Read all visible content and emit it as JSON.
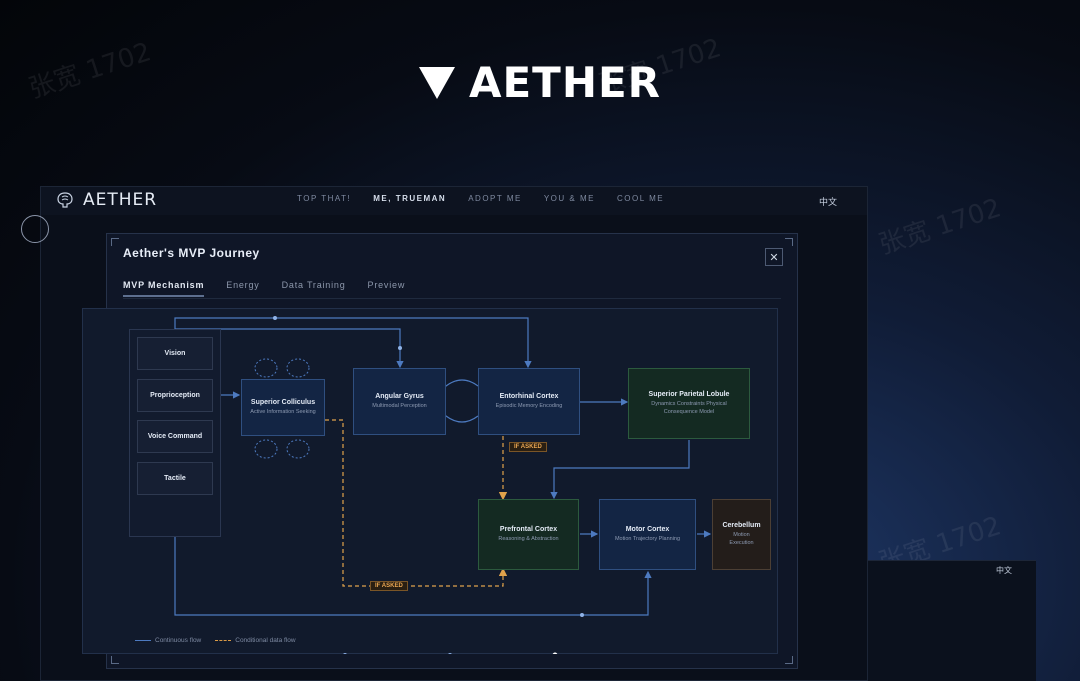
{
  "hero": {
    "title": "AETHER"
  },
  "app": {
    "brand": "AETHER",
    "nav": [
      "TOP THAT!",
      "ME, TRUEMAN",
      "ADOPT ME",
      "YOU & ME",
      "COOL ME"
    ],
    "nav_active_index": 1,
    "lang": "中文"
  },
  "modal": {
    "title": "Aether's MVP Journey",
    "close_icon": "close-icon",
    "tabs": [
      "MVP Mechanism",
      "Energy",
      "Data Training",
      "Preview"
    ],
    "active_tab": 0
  },
  "diagram": {
    "sensors": [
      "Vision",
      "Proprioception",
      "Voice Command",
      "Tactile"
    ],
    "nodes": {
      "superior_colliculus": {
        "title": "Superior Colliculus",
        "sub": "Active Information Seeking"
      },
      "angular_gyrus": {
        "title": "Angular Gyrus",
        "sub": "Multimodal Perception"
      },
      "entorhinal_cortex": {
        "title": "Entorhinal Cortex",
        "sub": "Episodic Memory Encoding"
      },
      "superior_parietal_lobule": {
        "title": "Superior Parietal Lobule",
        "sub": "Dynamics Constraints Physical Consequence Model"
      },
      "prefrontal_cortex": {
        "title": "Prefrontal Cortex",
        "sub": "Reasoning & Abstraction"
      },
      "motor_cortex": {
        "title": "Motor Cortex",
        "sub": "Motion Trajectory Planning"
      },
      "cerebellum": {
        "title": "Cerebellum",
        "sub": "Motion Execution"
      }
    },
    "tags": [
      "IF ASKED",
      "IF ASKED"
    ],
    "legend": {
      "continuous": "Continuous flow",
      "conditional": "Conditional data flow"
    },
    "colors": {
      "flow": "#4d7ac0",
      "conditional": "#d99a47"
    }
  },
  "background_window": {
    "lang": "中文"
  },
  "watermark": "张宽 1702"
}
